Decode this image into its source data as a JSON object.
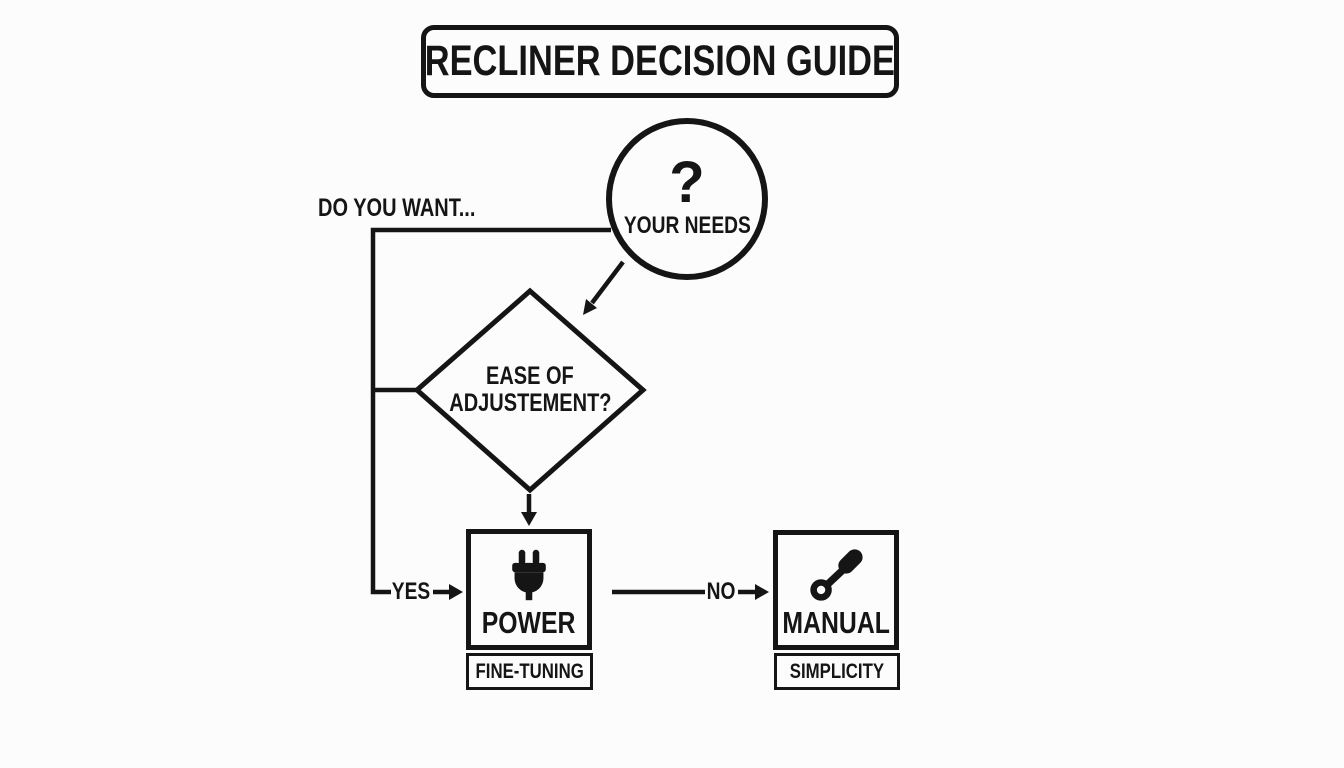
{
  "header": {
    "title": "RECLINER DECISION GUIDE"
  },
  "prompt": {
    "label": "DO YOU WANT..."
  },
  "nodes": {
    "start": {
      "symbol": "?",
      "label": "YOUR NEEDS",
      "icon": "question-mark-icon"
    },
    "decision": {
      "line1": "EASE OF",
      "line2": "ADJUSTEMENT?"
    },
    "power": {
      "label": "POWER",
      "sublabel": "FINE-TUNING",
      "icon": "power-plug-icon"
    },
    "manual": {
      "label": "MANUAL",
      "sublabel": "SIMPLICITY",
      "icon": "screwdriver-icon"
    }
  },
  "edges": {
    "yes": "YES",
    "no": "NO"
  },
  "colors": {
    "background": "#fcfcfc",
    "ink": "#151515"
  }
}
